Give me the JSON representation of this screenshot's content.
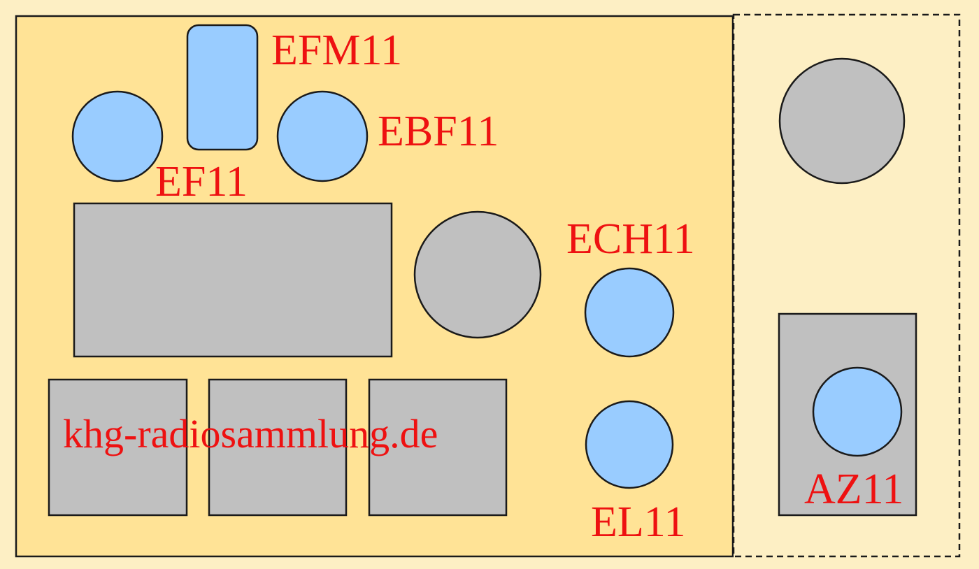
{
  "colors": {
    "background": "#fdefc4",
    "chassis": "#ffe396",
    "tube": "#99ccff",
    "component": "#c0c0c0",
    "label": "#ee1111"
  },
  "labels": {
    "efm11": "EFM11",
    "ebf11": "EBF11",
    "ef11": "EF11",
    "ech11": "ECH11",
    "el11": "EL11",
    "az11": "AZ11"
  },
  "watermark": "khg-radiosammlung.de"
}
